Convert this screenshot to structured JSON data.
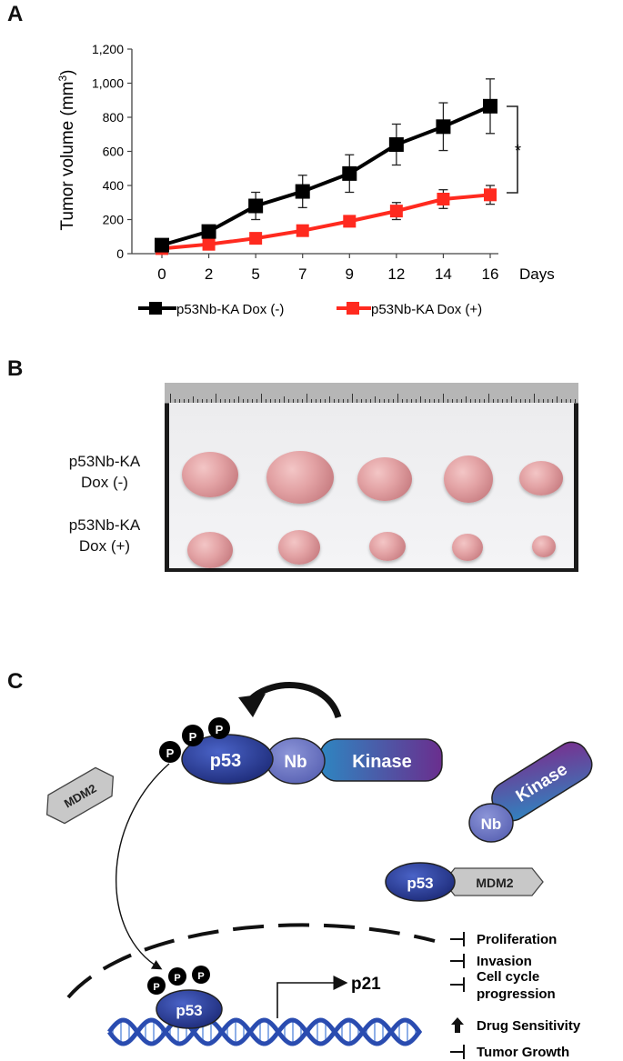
{
  "panels": {
    "a": "A",
    "b": "B",
    "c": "C"
  },
  "chart_data": {
    "type": "line",
    "categories": [
      "0",
      "2",
      "5",
      "7",
      "9",
      "12",
      "14",
      "16"
    ],
    "x_axis_suffix": "Days",
    "ylabel_main": "Tumor volume (mm",
    "ylabel_sup": "3",
    "ylabel_close": ")",
    "ylim": [
      0,
      1200
    ],
    "yticks": [
      "0",
      "200",
      "400",
      "600",
      "800",
      "1,000",
      "1,200"
    ],
    "significance": "*",
    "series": [
      {
        "name": "p53Nb-KA Dox (-)",
        "color": "#000000",
        "values": [
          50,
          130,
          280,
          365,
          470,
          640,
          745,
          865
        ],
        "errors": [
          10,
          20,
          80,
          95,
          110,
          120,
          140,
          160
        ]
      },
      {
        "name": "p53Nb-KA Dox (+)",
        "color": "#ff2a1f",
        "values": [
          30,
          55,
          90,
          135,
          190,
          250,
          320,
          345
        ],
        "errors": [
          8,
          12,
          18,
          25,
          25,
          50,
          55,
          55
        ]
      }
    ]
  },
  "photo": {
    "row1_line1": "p53Nb-KA",
    "row1_line2": "Dox (-)",
    "row2_line1": "p53Nb-KA",
    "row2_line2": "Dox (+)"
  },
  "diagram": {
    "p53": "p53",
    "nb": "Nb",
    "kinase": "Kinase",
    "mdm2": "MDM2",
    "phospho": "P",
    "p21": "p21",
    "colors": {
      "p53": "#2b3d8f",
      "nb": "#6a75c2",
      "kinase_start": "#2e86c1",
      "kinase_end": "#6a2e8e",
      "mdm2": "#c8c8c8"
    },
    "outcomes": [
      {
        "line1": "Proliferation",
        "line2": "",
        "arrow": "inhibit"
      },
      {
        "line1": "Invasion",
        "line2": "",
        "arrow": "inhibit"
      },
      {
        "line1": "Cell cycle",
        "line2": "progression",
        "arrow": "inhibit"
      },
      {
        "line1": "Drug Sensitivity",
        "line2": "",
        "arrow": "increase"
      },
      {
        "line1": "Tumor Growth",
        "line2": "",
        "arrow": "inhibit"
      }
    ]
  }
}
